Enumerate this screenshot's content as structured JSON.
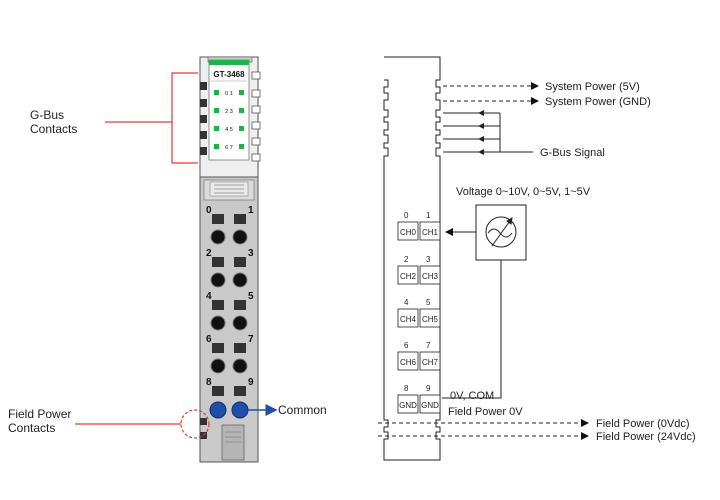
{
  "left_module": {
    "model": "GT-3468",
    "led_pairs": [
      "0 1",
      "2 3",
      "4 5",
      "6 7"
    ],
    "channel_numbers": [
      "0",
      "1",
      "2",
      "3",
      "4",
      "5",
      "6",
      "7",
      "8",
      "9"
    ],
    "labels": {
      "gbus_contacts": [
        "G-Bus",
        "Contacts"
      ],
      "field_power_contacts": [
        "Field Power",
        "Contacts"
      ],
      "common": "Common"
    },
    "colors": {
      "led": "#1db34b",
      "accent_red": "#e53935",
      "common_blue": "#1f4fa6"
    }
  },
  "right_diagram": {
    "power": [
      "System Power (5V)",
      "System Power (GND)"
    ],
    "gbus_signal": "G-Bus Signal",
    "voltage": "Voltage 0~10V, 0~5V, 1~5V",
    "channels": [
      {
        "n1": "0",
        "n2": "1",
        "c1": "CH0",
        "c2": "CH1"
      },
      {
        "n1": "2",
        "n2": "3",
        "c1": "CH2",
        "c2": "CH3"
      },
      {
        "n1": "4",
        "n2": "5",
        "c1": "CH4",
        "c2": "CH5"
      },
      {
        "n1": "6",
        "n2": "7",
        "c1": "CH6",
        "c2": "CH7"
      },
      {
        "n1": "8",
        "n2": "9",
        "c1": "GND",
        "c2": "GND"
      }
    ],
    "com_label": "0V, COM",
    "field_power_0v": "Field Power 0V",
    "field_power_lines": [
      "Field Power (0Vdc)",
      "Field Power (24Vdc)"
    ]
  }
}
